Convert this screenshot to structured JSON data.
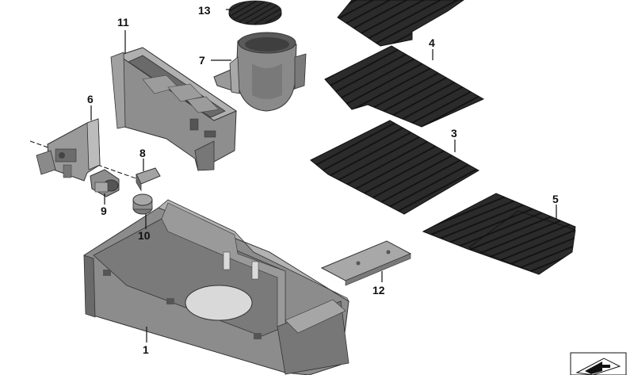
{
  "diagram": {
    "labels": {
      "p1": "1",
      "p3": "3",
      "p4": "4",
      "p5": "5",
      "p6": "6",
      "p7": "7",
      "p8": "8",
      "p9": "9",
      "p10": "10",
      "p11": "11",
      "p12": "12",
      "p13": "13"
    },
    "colors": {
      "mat_dark": "#2b2b2b",
      "mat_groove": "#141414",
      "plastic_gray": "#8c8c8c",
      "plastic_light": "#b4b4b4",
      "plastic_dark": "#5e5e5e",
      "line": "#111111"
    },
    "icons": {
      "corner": "arrow-navigation-icon"
    }
  }
}
